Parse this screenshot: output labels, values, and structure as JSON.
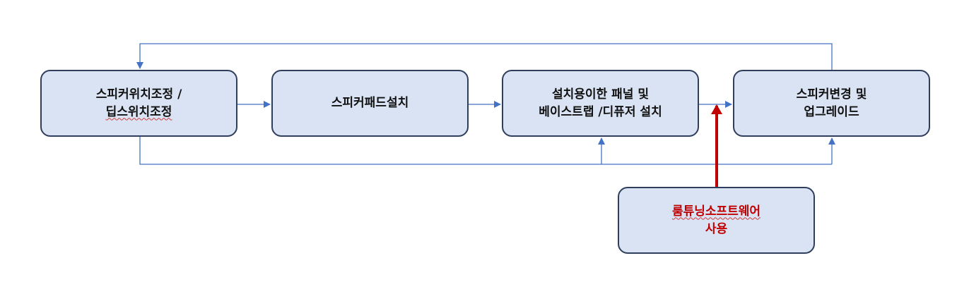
{
  "nodes": [
    {
      "id": "speaker-position",
      "lines": [
        "스피커위치조정 /",
        "딥스위치조정"
      ],
      "wavy": [
        false,
        true
      ]
    },
    {
      "id": "speaker-pad",
      "lines": [
        "스피커패드설치"
      ],
      "wavy": [
        false
      ]
    },
    {
      "id": "panel-install",
      "lines": [
        "설치용이한 패널 및",
        "베이스트랩 /디퓨저 설치"
      ],
      "wavy": [
        false,
        false
      ]
    },
    {
      "id": "speaker-upgrade",
      "lines": [
        "스피커변경 및",
        "업그레이드"
      ],
      "wavy": [
        false,
        false
      ]
    },
    {
      "id": "room-tuning",
      "lines": [
        "룸튜닝소프트웨어",
        "사용"
      ],
      "wavy": [
        true,
        false
      ]
    }
  ],
  "colors": {
    "box_fill": "#dae3f3",
    "box_border": "#2f3e5c",
    "connector": "#4472c4",
    "highlight_arrow": "#c00000",
    "highlight_text": "#c00000"
  }
}
